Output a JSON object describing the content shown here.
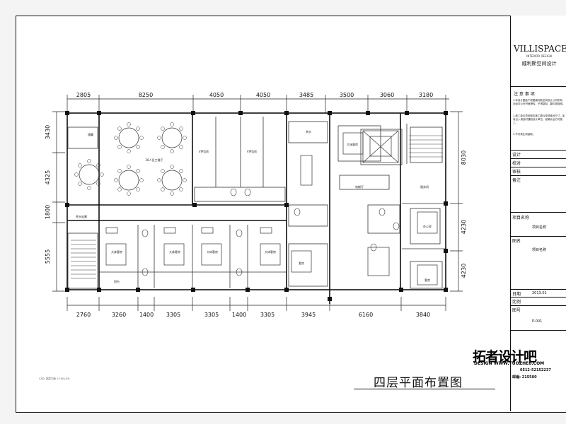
{
  "drawing": {
    "title": "四层平面布置图",
    "top_dimensions": [
      "2805",
      "8250",
      "4050",
      "4050",
      "3485",
      "3500",
      "3060",
      "3180"
    ],
    "bottom_dimensions": [
      "2760",
      "3260",
      "1400",
      "3305",
      "3305",
      "1400",
      "3305",
      "3945",
      "6160",
      "3840"
    ],
    "left_dimensions": [
      "3430",
      "4325",
      "1800",
      "5555"
    ],
    "right_dimensions": [
      "8030",
      "4230",
      "4230"
    ],
    "room_labels": {
      "storage": "储藏",
      "banquet_hall": "26人员工餐厅",
      "vip_1": "VIP包房",
      "vip_2": "VIP包房",
      "tea": "茶水",
      "corridor": "茶水走廊",
      "bedroom_1": "大床客房",
      "bedroom_2": "大床客房",
      "bedroom_3": "大床客房",
      "bedroom_4": "大床客房",
      "bedroom_5": "大床客房",
      "suite_1": "套房",
      "suite_2": "套房",
      "balcony": "阳台",
      "lobby": "电梯厅",
      "service": "服务间",
      "office": "办公室"
    },
    "note": "CAD: 四层平面 1:100 (A3)"
  },
  "title_block": {
    "logo": "VILLISPACE",
    "logo_sub": "INTERIOR DESIGN",
    "company": "威利斯空间设计",
    "notes_title": "注 意 事 项",
    "notes": [
      "1.本设计图纸产权属威利斯空间设计公司所有，未经本公司书面授权，不得复制、翻印或使用。",
      "2.施工单位须依照本施工图与现场核对尺寸，如有出入请及时通知设计单位，经确认后方可施工。",
      "3.不可按比例量取。"
    ],
    "fields": {
      "design": "设计",
      "check": "校对",
      "review": "审核",
      "remark": "备注",
      "project_name": "项目名称",
      "project_value": "项目名称",
      "drawing_name": "图名",
      "drawing_value": "项目名称",
      "date": "日期",
      "date_value": "2013.01",
      "scale": "比例",
      "drawing_no": "图号",
      "drawing_no_value": "P-001"
    }
  },
  "watermark": {
    "main": "拓者设计吧",
    "sub_prefix": "DESIGN",
    "url": "WWW.TUOZHE8.COM"
  },
  "contact": {
    "line1": "0512-52152237",
    "postal_label": "邮编:",
    "postal": "215500"
  }
}
